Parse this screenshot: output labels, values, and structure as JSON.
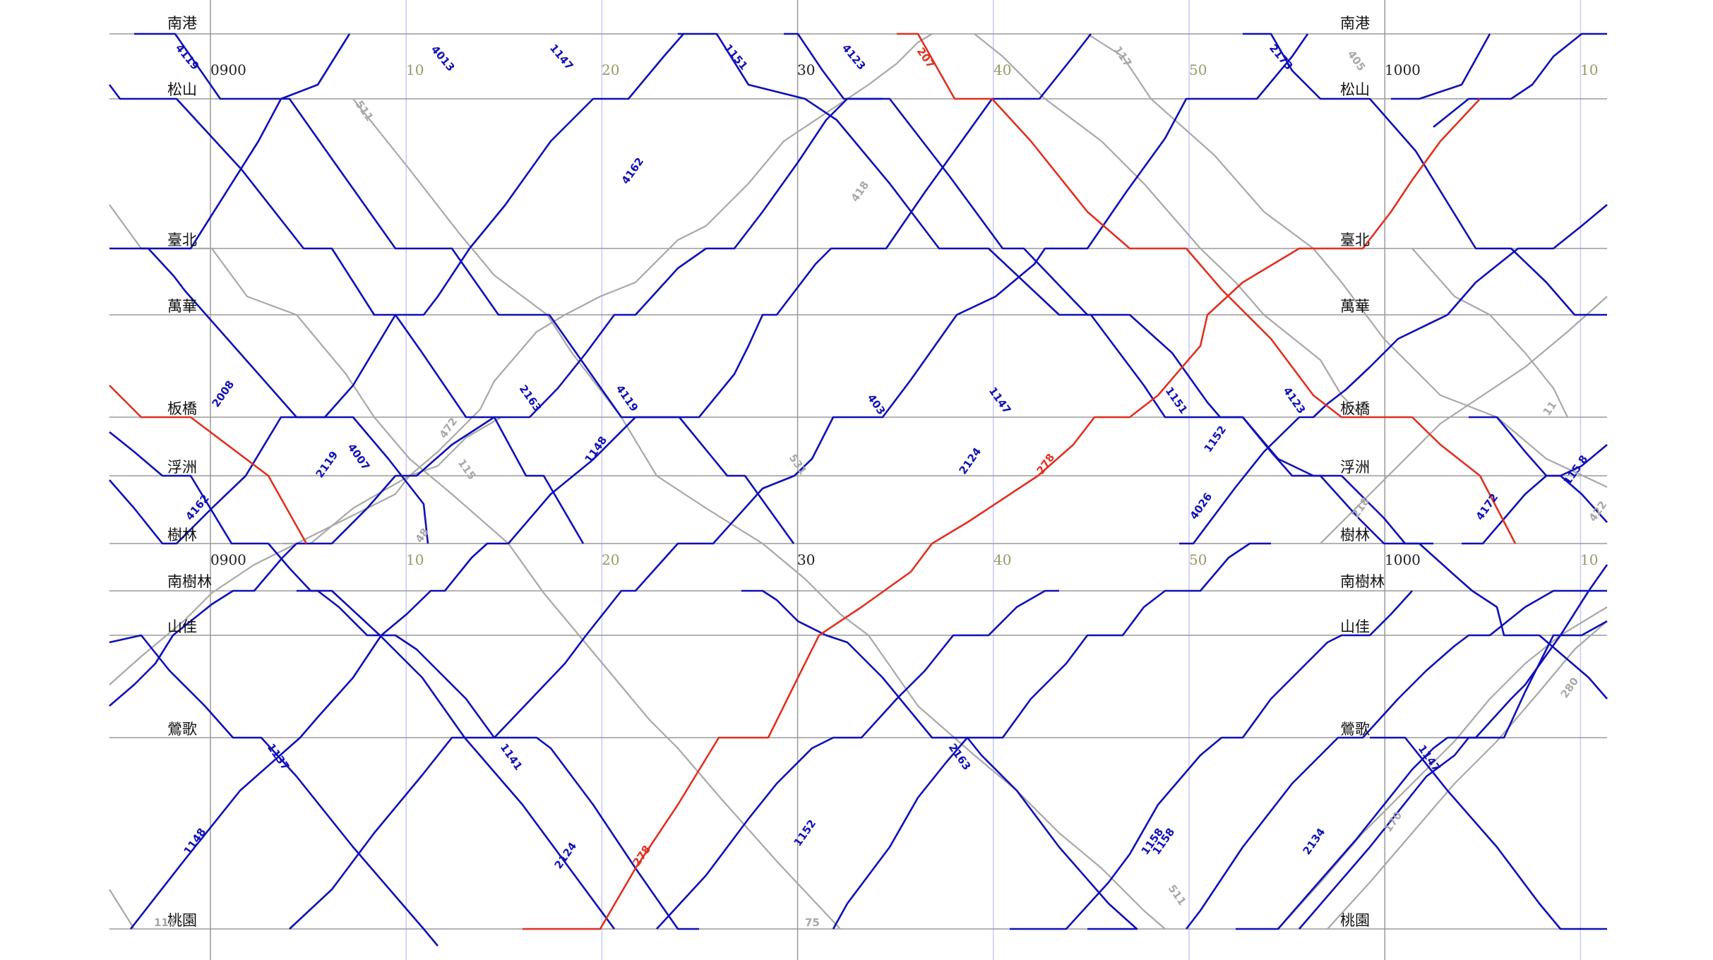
{
  "stations": [
    "南港",
    "松山",
    "臺北",
    "萬華",
    "板橋",
    "浮洲",
    "樹林",
    "南樹林",
    "山佳",
    "鶯歌",
    "桃園"
  ],
  "time_axis": {
    "hour_labels": [
      "0900",
      "1000"
    ],
    "minute_labels": [
      "10",
      "20",
      "30",
      "40",
      "50",
      "10"
    ]
  },
  "colors": {
    "local": "#1010b8",
    "express": "#e03020",
    "other": "#a8a8a8",
    "grid": "#9a9a9a",
    "minor_grid": "#c8c8ff"
  },
  "train_numbers": {
    "local": [
      "4119",
      "4013",
      "1147",
      "1151",
      "4123",
      "2173",
      "4162",
      "2008",
      "2163",
      "4119",
      "403",
      "1147",
      "1151",
      "4123",
      "2119",
      "4007",
      "1148",
      "2124",
      "1152",
      "4026",
      "4162",
      "4172",
      "1158",
      "1137",
      "1141",
      "2124",
      "2163",
      "1152",
      "1158",
      "2134",
      "1147",
      "1148",
      "115 8"
    ],
    "express": [
      "207",
      "278",
      "278"
    ],
    "other": [
      "117",
      "405",
      "511",
      "418",
      "472",
      "115",
      "531",
      "218",
      "422",
      "280",
      "170",
      "511",
      "115",
      "75",
      "48",
      "11"
    ]
  }
}
